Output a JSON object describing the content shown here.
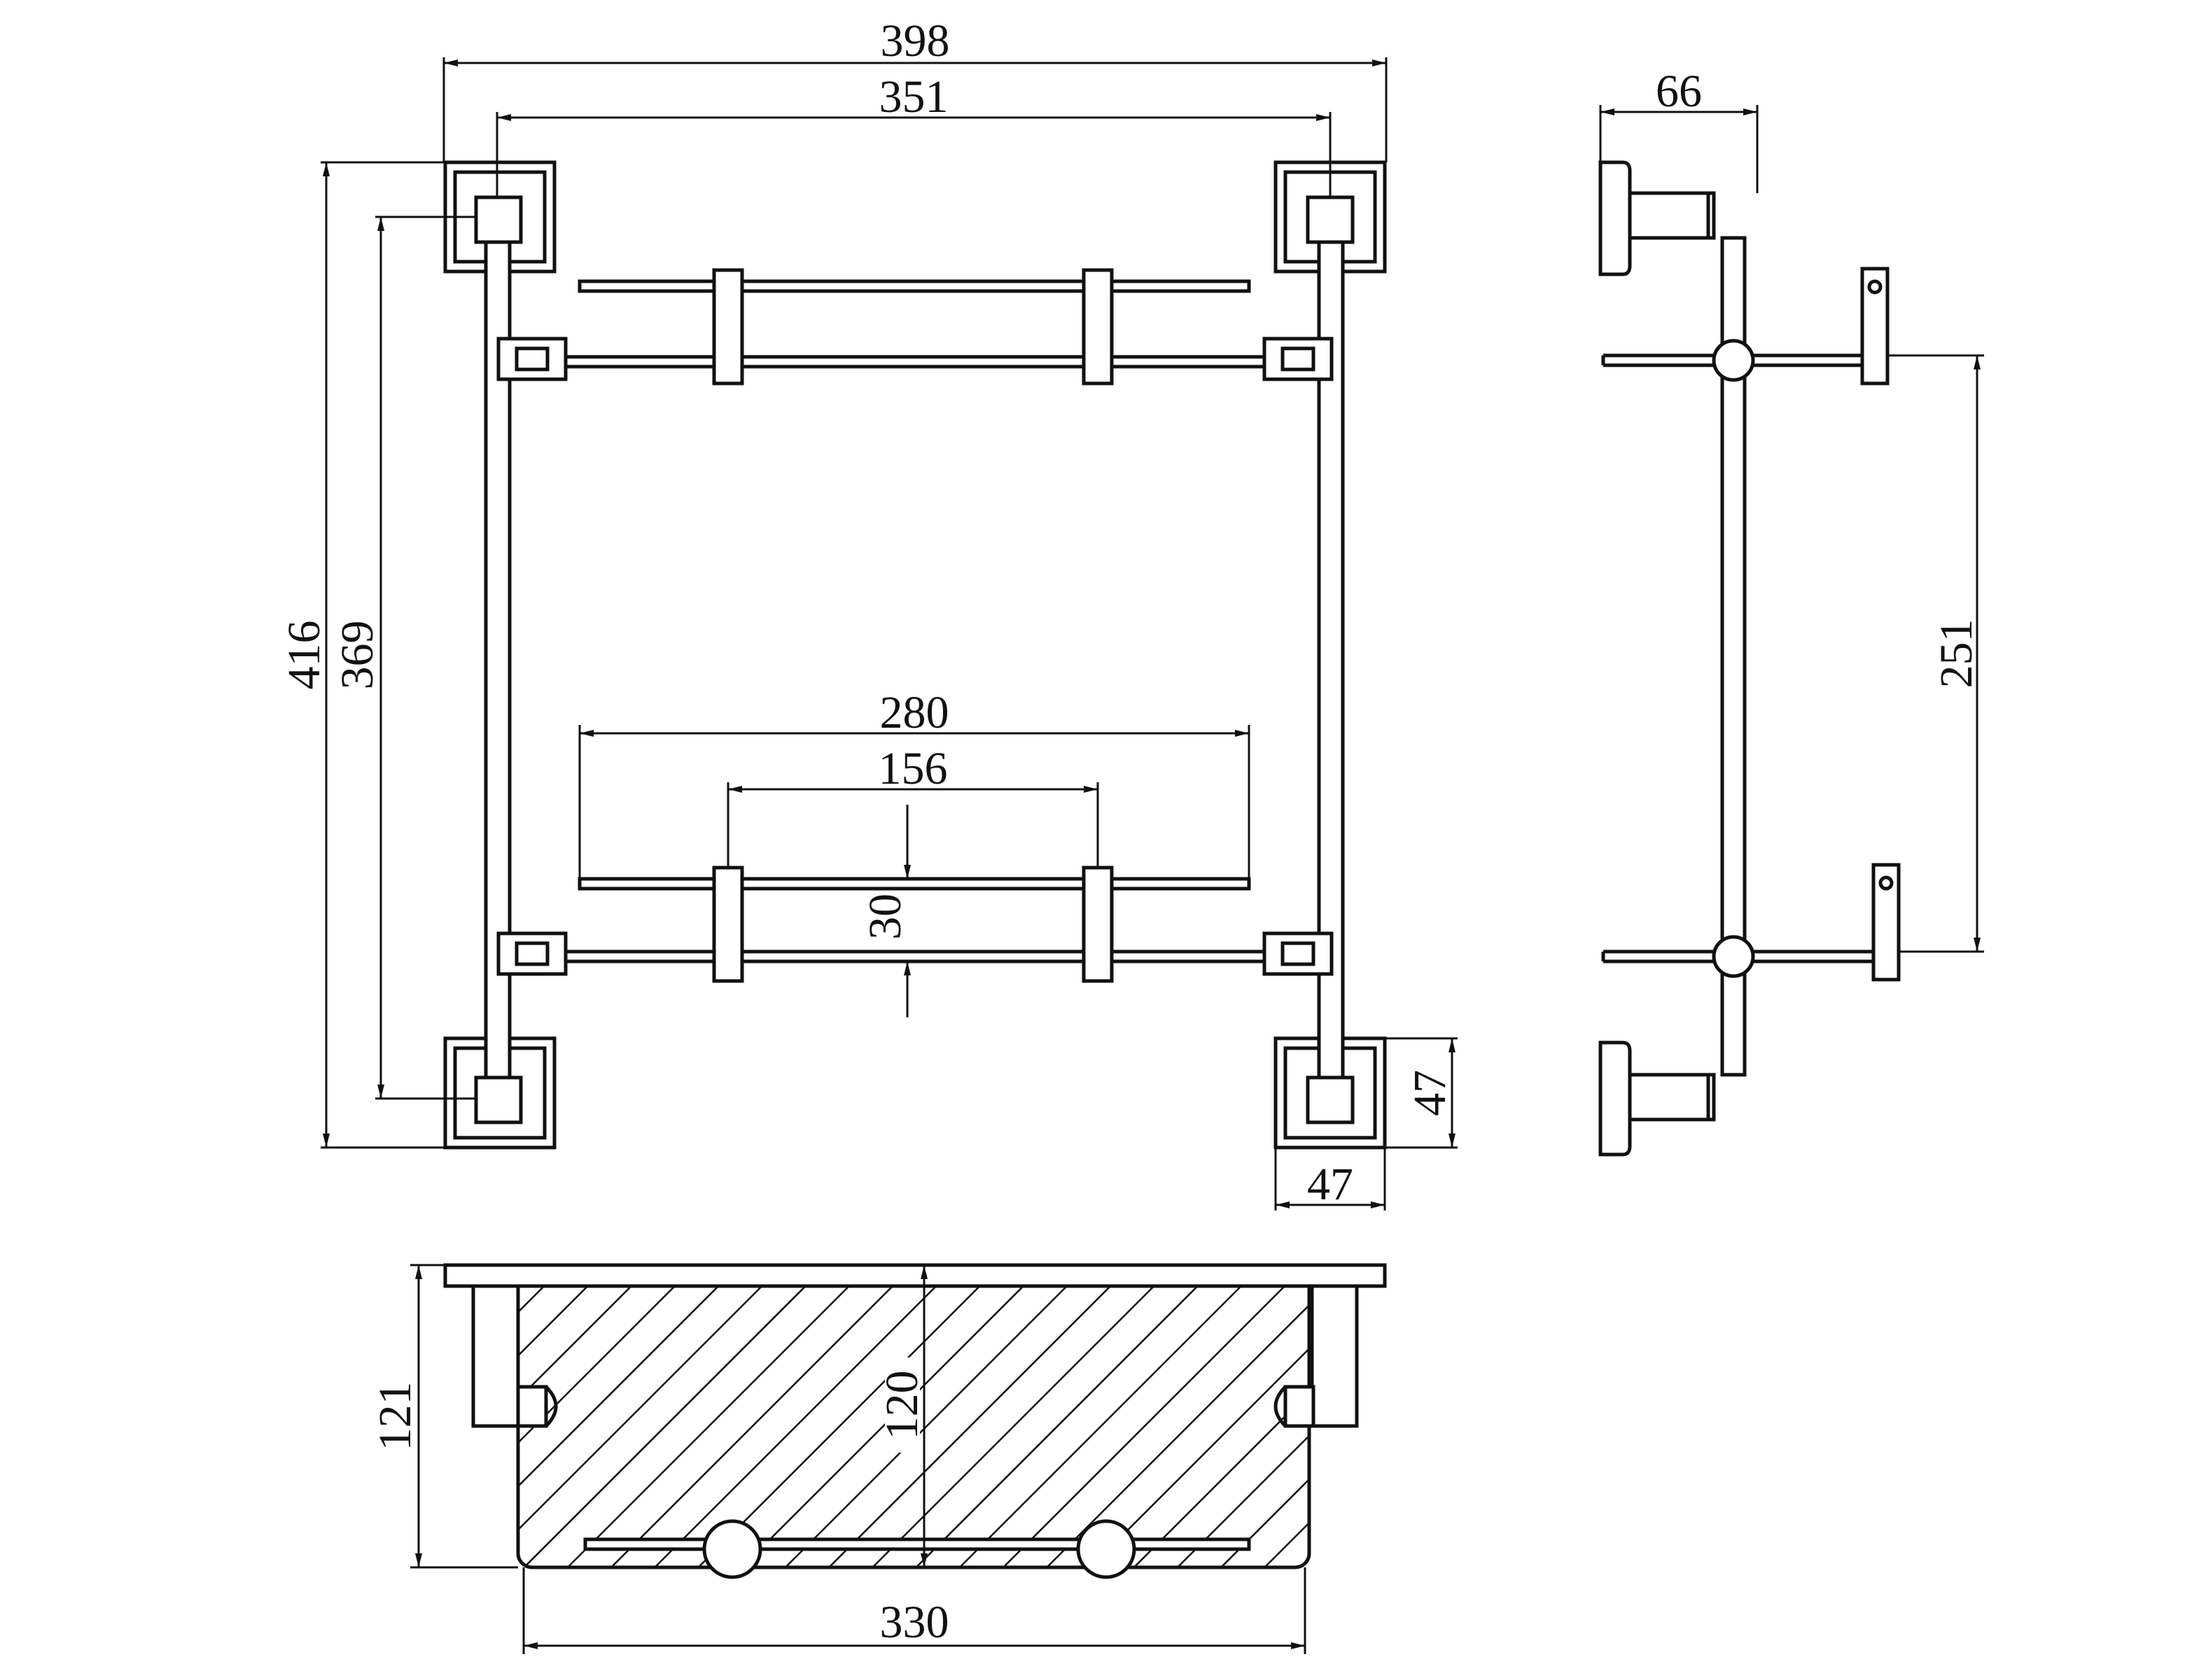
{
  "dimensions": {
    "overall_width": "398",
    "inner_width": "351",
    "overall_height": "416",
    "inner_height": "369",
    "shelf_length": "280",
    "bracket_spacing": "156",
    "rail_gap": "30",
    "base_height": "47",
    "base_width": "47",
    "side_depth": "66",
    "shelf_spacing": "251",
    "top_view_depth": "121",
    "glass_depth": "120",
    "glass_width": "330"
  },
  "colors": {
    "line": "#111111",
    "background": "#ffffff"
  }
}
